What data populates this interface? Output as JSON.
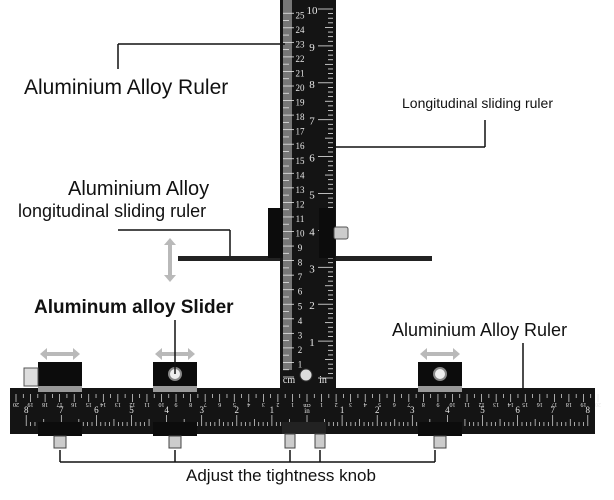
{
  "labels": {
    "aluminium_alloy_ruler_top": "Aluminium Alloy Ruler",
    "longitudinal_sliding_ruler": "Longitudinal sliding ruler",
    "aluminium_alloy_line1": "Aluminium Alloy",
    "aluminium_alloy_line2": "longitudinal sliding ruler",
    "aluminum_alloy_slider": "Aluminum alloy Slider",
    "aluminium_alloy_ruler_right": "Aluminium Alloy Ruler",
    "adjust_knob": "Adjust the tightness knob"
  },
  "ruler": {
    "cm_unit": "cm",
    "in_unit": "in",
    "vertical_cm_max": 25,
    "vertical_in_max": 10,
    "horizontal_cm_each_side": 20,
    "horizontal_in_each_side": 8
  },
  "colors": {
    "ruler": "#141414",
    "slider": "#0c0c0c",
    "arrow": "#b9b9b9",
    "marking": "#e8e8e8"
  }
}
